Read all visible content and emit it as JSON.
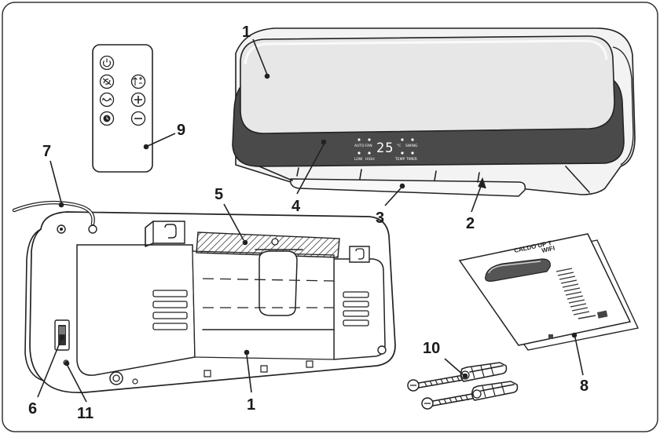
{
  "callouts": [
    {
      "id": "c1a",
      "label": "1"
    },
    {
      "id": "c1b",
      "label": "1"
    },
    {
      "id": "c2",
      "label": "2"
    },
    {
      "id": "c3",
      "label": "3"
    },
    {
      "id": "c4",
      "label": "4"
    },
    {
      "id": "c5",
      "label": "5"
    },
    {
      "id": "c6",
      "label": "6"
    },
    {
      "id": "c7",
      "label": "7"
    },
    {
      "id": "c8",
      "label": "8"
    },
    {
      "id": "c9",
      "label": "9"
    },
    {
      "id": "c10",
      "label": "10"
    },
    {
      "id": "c11",
      "label": "11"
    }
  ],
  "display": {
    "temperature": "25",
    "unit": "°C",
    "mode_labels": [
      "AUTO",
      "FAN",
      "LOW",
      "HIGH",
      "SWING",
      "TEMP",
      "TIMER"
    ]
  },
  "manual": {
    "title_line1": "CALDO UP T",
    "title_line2": "WIFI"
  },
  "remote": {
    "buttons": [
      "power-icon",
      "fan-icon",
      "up-down-icon",
      "swing-icon",
      "plus-icon",
      "timer-icon",
      "minus-icon"
    ]
  }
}
